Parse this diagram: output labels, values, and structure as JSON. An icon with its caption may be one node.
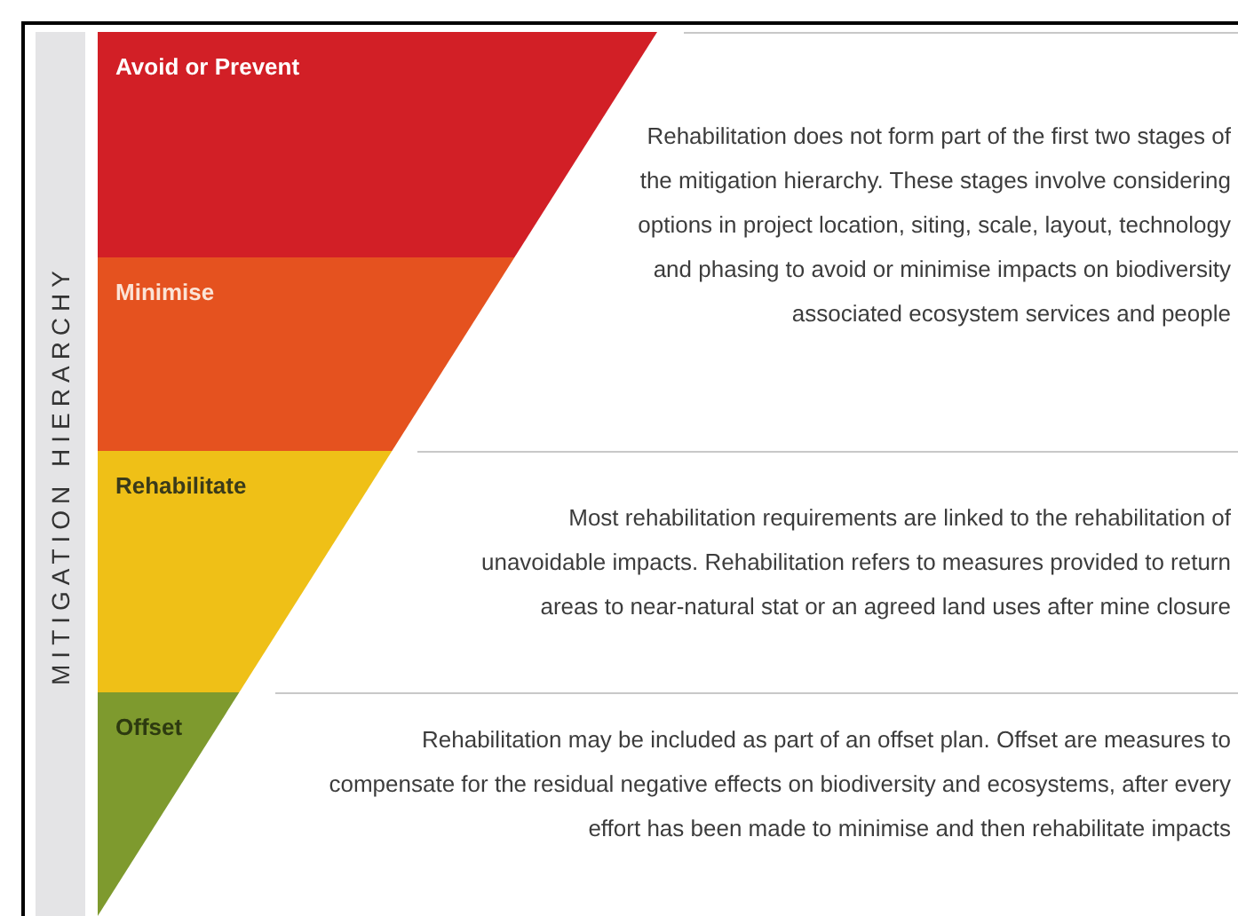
{
  "diagram": {
    "nodes": [
      {
        "text": [
          "MITIGATION HIERARCHY"
        ]
      },
      {
        "text": [
          "Avoid or Prevent"
        ]
      },
      {
        "text": [
          "Minimise"
        ]
      },
      {
        "text": [
          "Rehabilitate"
        ]
      },
      {
        "text": [
          "Offset"
        ]
      }
    ],
    "edges": [],
    "labels": [
      "Rehabilitation does not form part of the first two stages of the mitigation hierarchy. These stages involve considering options in project location, siting, scale, layout, technology and phasing to avoid or minimise impacts on biodiversity associated ecosystem services and people",
      "Most rehabilitation requirements are linked to the rehabilitation of unavoidable impacts. Rehabilitation refers to measures provided to return areas to near-natural stat or an agreed land uses after mine closure",
      "Rehabilitation may be included as part of an offset plan. Offset are measures to compensate for the residual negative effects on biodiversity and ecosystems, after every effort has been made to minimise and then rehabilitate impacts"
    ]
  }
}
